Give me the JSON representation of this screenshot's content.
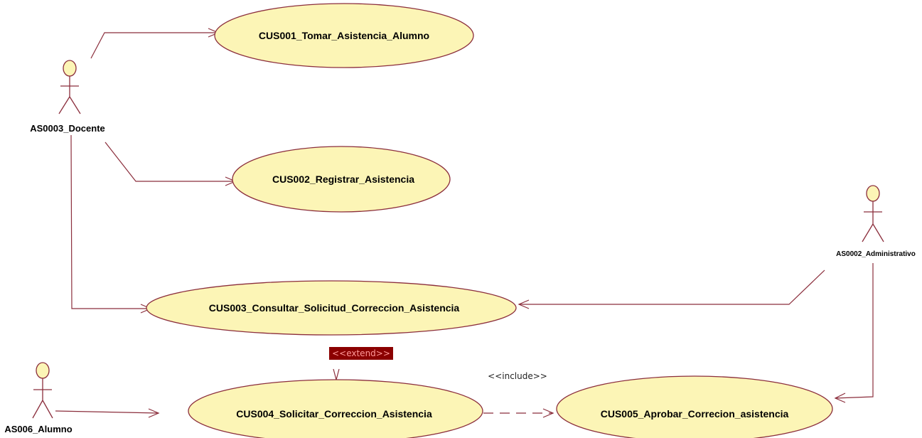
{
  "actors": {
    "docente": "AS0003_Docente",
    "administrativo": "AS0002_Administrativo",
    "alumno": "AS006_Alumno"
  },
  "use_cases": {
    "cus001": "CUS001_Tomar_Asistencia_Alumno",
    "cus002": "CUS002_Registrar_Asistencia",
    "cus003": "CUS003_Consultar_Solicitud_Correccion_Asistencia",
    "cus004": "CUS004_Solicitar_Correccion_Asistencia",
    "cus005": "CUS005_Aprobar_Correcion_asistencia"
  },
  "relationships": {
    "extend_label": "<<extend>>",
    "include_label": "<<include>>"
  },
  "colors": {
    "use_case_fill": "#fcf5b6",
    "line": "#8b2e3c",
    "extend_badge": "#8b0000"
  }
}
